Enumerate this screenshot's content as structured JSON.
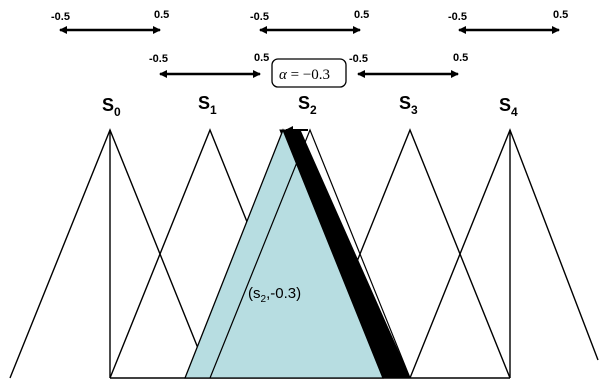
{
  "colors": {
    "stroke": "#000000",
    "highlight_fill": "#b7dde1",
    "shadow_fill": "#000000",
    "background": "#ffffff"
  },
  "terms": [
    {
      "name": "S",
      "sub": "0"
    },
    {
      "name": "S",
      "sub": "1"
    },
    {
      "name": "S",
      "sub": "2"
    },
    {
      "name": "S",
      "sub": "3"
    },
    {
      "name": "S",
      "sub": "4"
    }
  ],
  "intervals_top": [
    {
      "left": "-0.5",
      "right": "0.5"
    },
    {
      "left": "-0.5",
      "right": "0.5"
    },
    {
      "left": "-0.5",
      "right": "0.5"
    }
  ],
  "intervals_second": [
    {
      "left": "-0.5",
      "right": "0.5"
    },
    {
      "left": "-0.5",
      "right": "0.5"
    }
  ],
  "alpha_box": {
    "symbol": "α",
    "text": " = −0.3"
  },
  "highlight_label": {
    "open": "(s",
    "sub": "2",
    "close": ",-0.3)"
  }
}
